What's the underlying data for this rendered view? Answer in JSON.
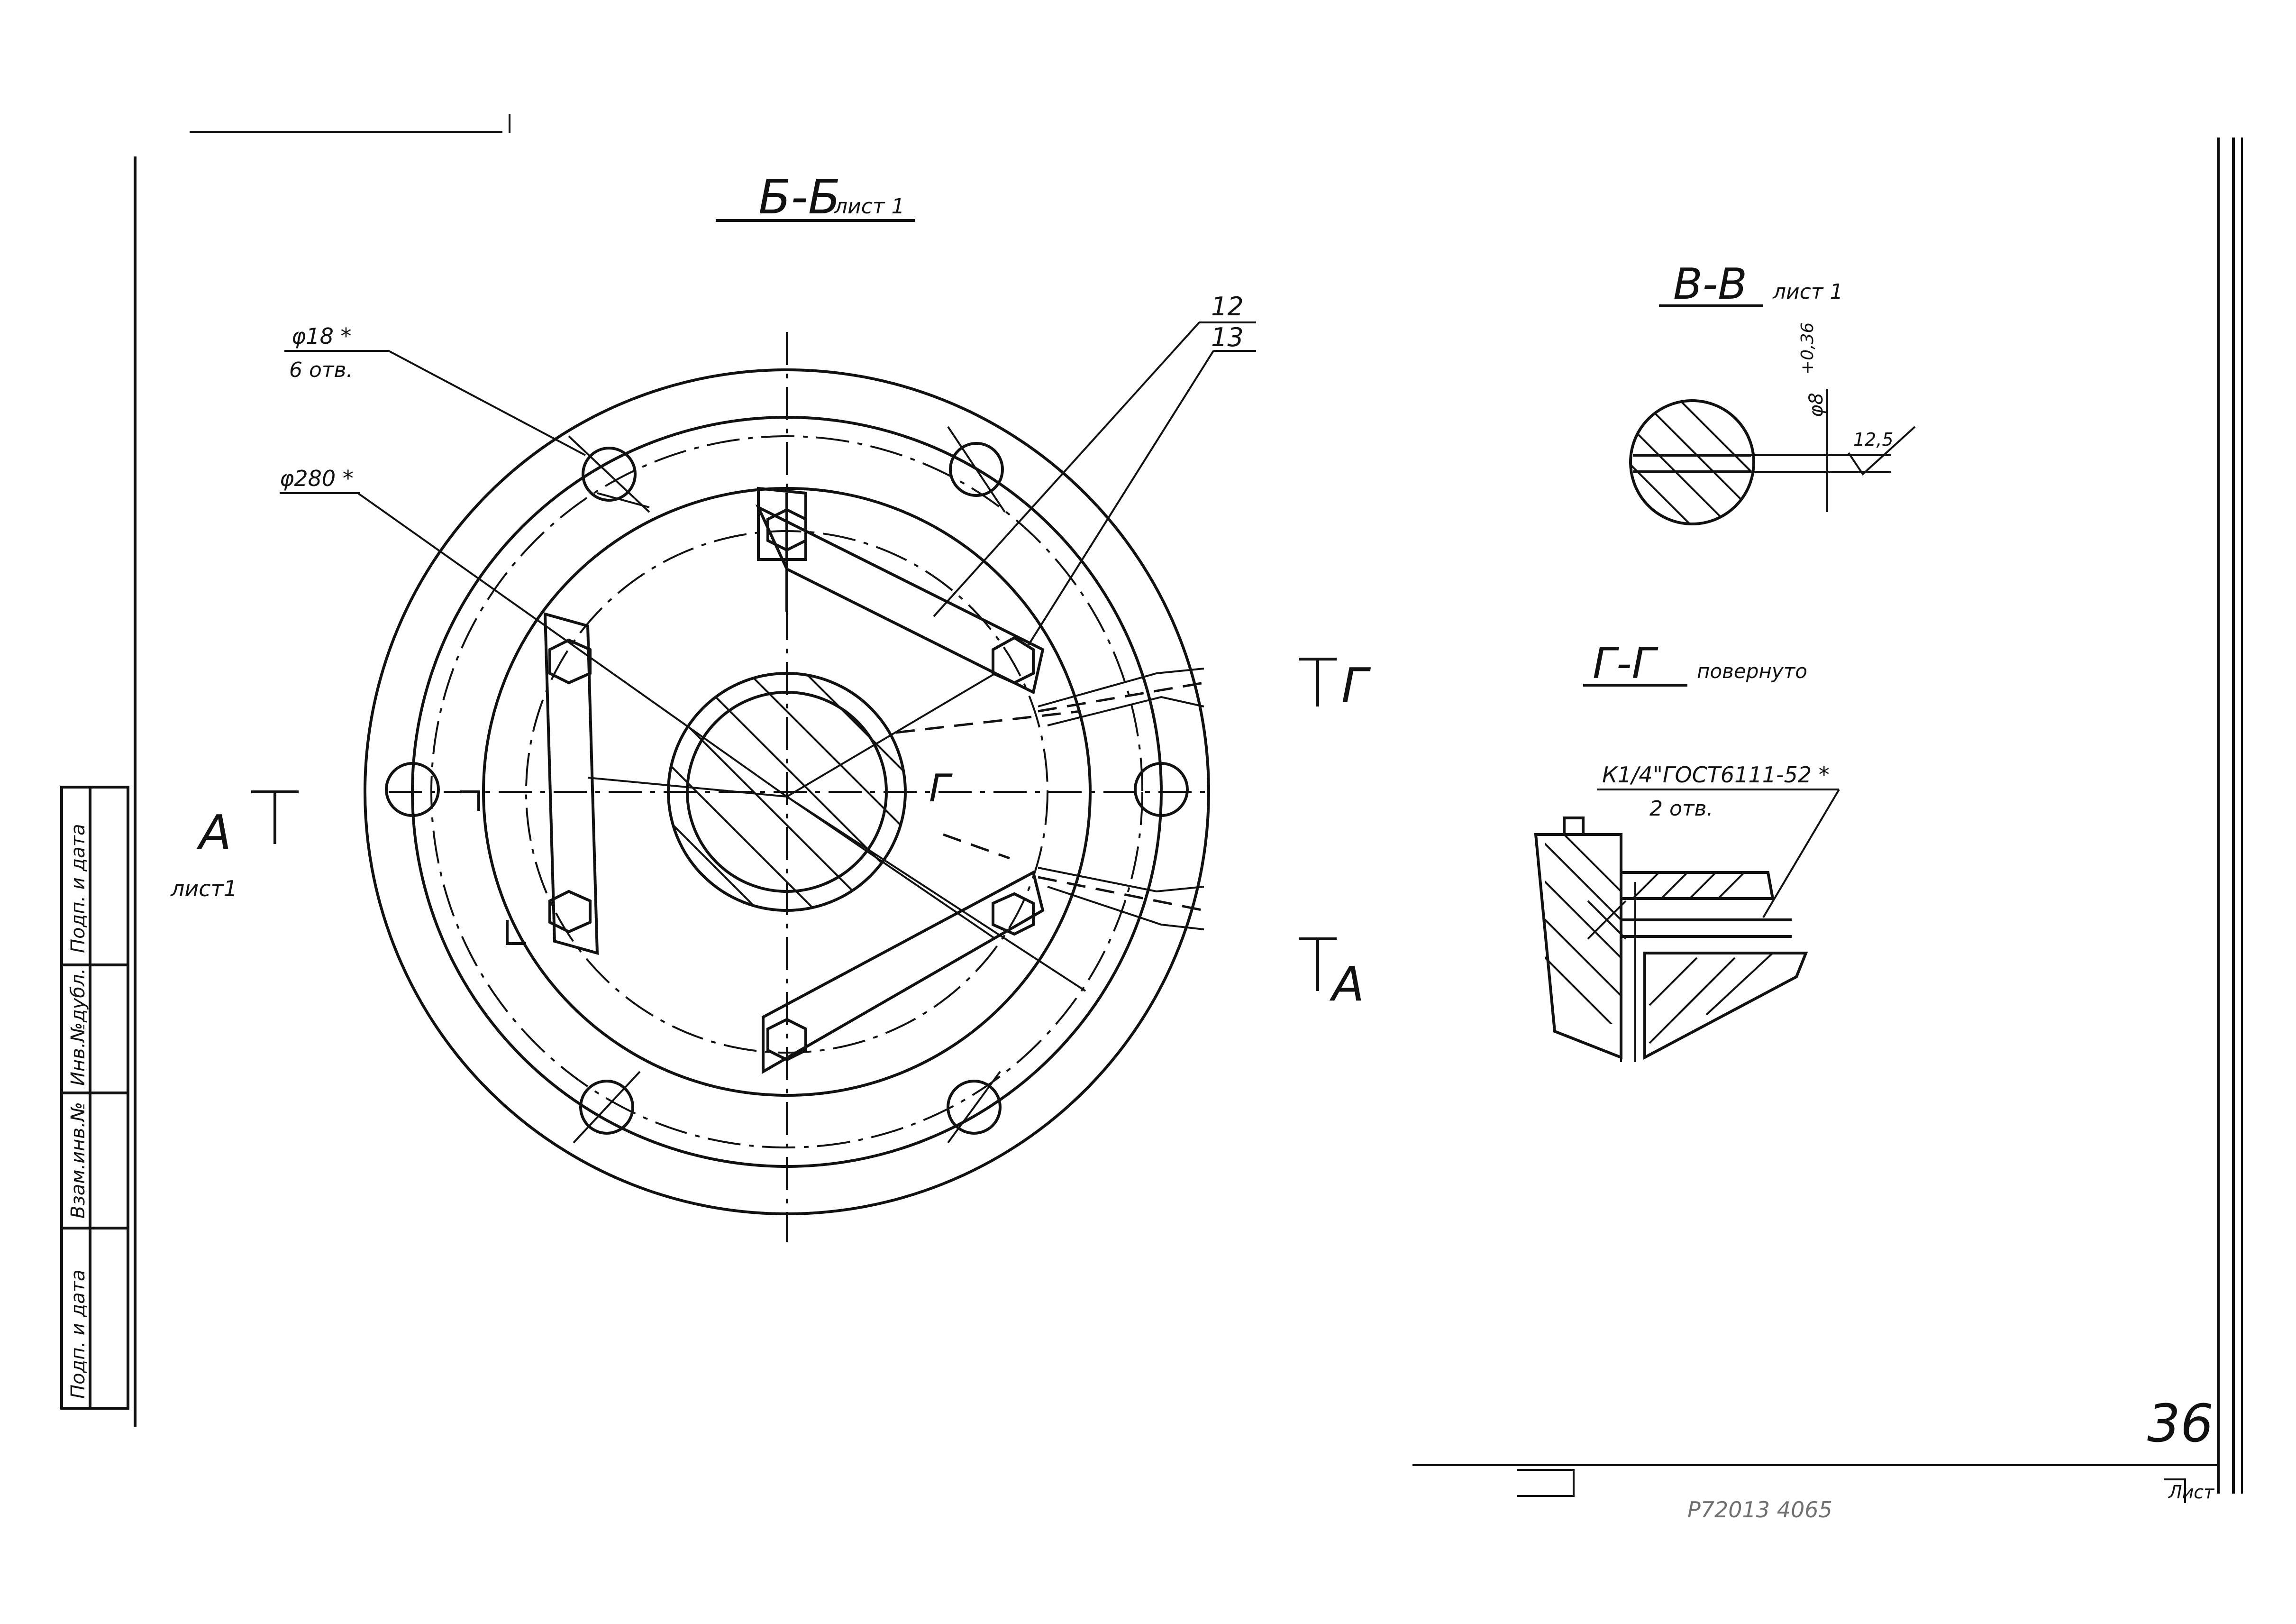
{
  "section_bb": {
    "title": "Б-Б",
    "ref": "лист 1"
  },
  "section_vv": {
    "title": "В-В",
    "ref": "лист 1",
    "dim_diameter": "φ8",
    "dim_tolerance": "+0,36",
    "roughness": "12,5"
  },
  "section_gg": {
    "title": "Г-Г",
    "note": "повернуто",
    "thread_callout": "К1/4\"ГОСТ6111-52 *",
    "thread_count": "2 отв."
  },
  "callouts": {
    "holes_dia": "φ18 *",
    "holes_count": "6 отв.",
    "bolt_circle": "φ280 *",
    "part_12": "12",
    "part_13": "13"
  },
  "view_markers": {
    "a_left": "А",
    "a_left_ref": "лист1",
    "g_right": "Г",
    "a_right": "А",
    "g_center": "Г"
  },
  "stamp_column": [
    "Подп. и дата",
    "Инв.№дубл.",
    "Взам.инв.№",
    "Подп. и дата"
  ],
  "page_number": "36",
  "sheet_label": "Лист",
  "footer_code": "Р72013 4065"
}
